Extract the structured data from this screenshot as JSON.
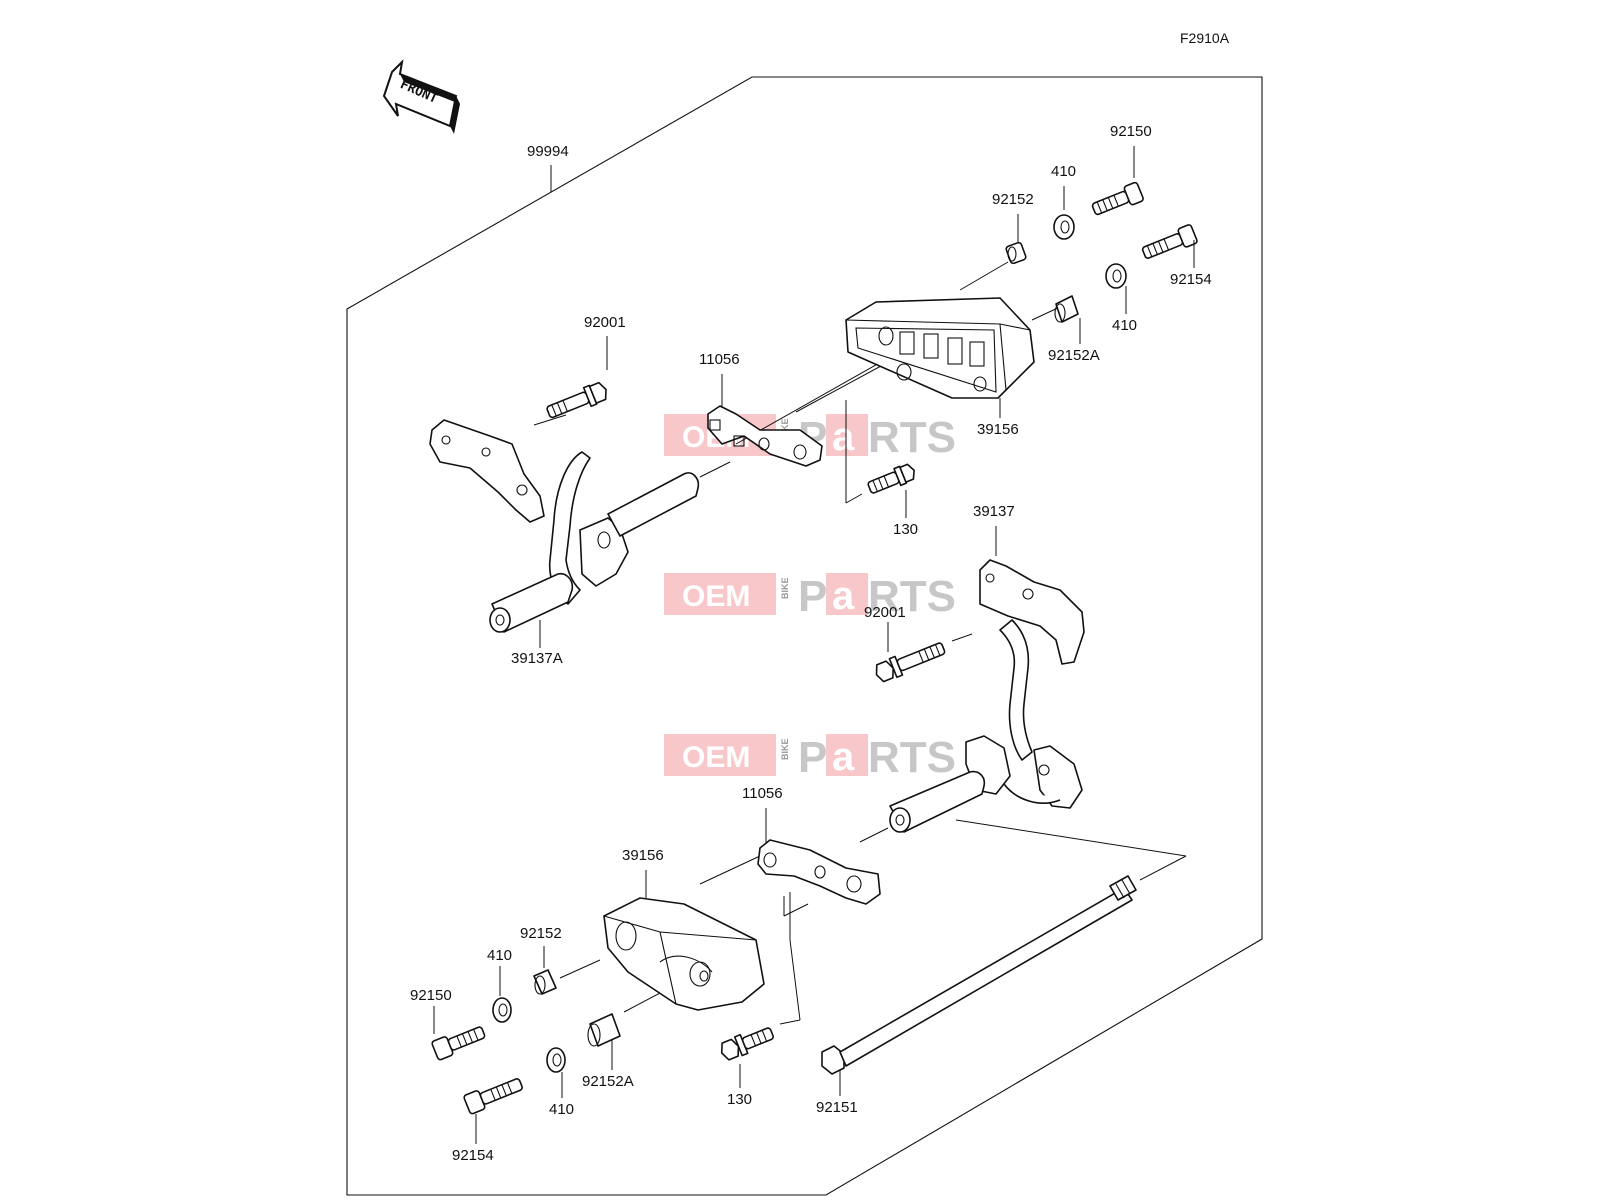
{
  "figure_code": "F2910A",
  "front_label": "FRONT",
  "watermark": {
    "oem": "OEM",
    "bike": "BIKE",
    "parts_pre": "P",
    "parts_a": "a",
    "parts_post": "RTS",
    "color": "#e8474d"
  },
  "labels": {
    "kit": "99994",
    "upper_bolt_92150": "92150",
    "upper_washer_410a": "410",
    "upper_collar_92152": "92152",
    "upper_bolt_92154": "92154",
    "upper_washer_410b": "410",
    "upper_collar_92152a": "92152A",
    "upper_slider_39156": "39156",
    "upper_bolt_92001": "92001",
    "upper_clamp_11056": "11056",
    "upper_bolt_130": "130",
    "left_bracket_39137a": "39137A",
    "right_bracket_39137": "39137",
    "lower_bolt_92001": "92001",
    "lower_clamp_11056": "11056",
    "lower_slider_39156": "39156",
    "lower_collar_92152": "92152",
    "lower_washer_410a": "410",
    "lower_bolt_92150": "92150",
    "lower_collar_92152a": "92152A",
    "lower_washer_410b": "410",
    "lower_bolt_92154": "92154",
    "lower_bolt_130": "130",
    "long_bolt_92151": "92151"
  }
}
